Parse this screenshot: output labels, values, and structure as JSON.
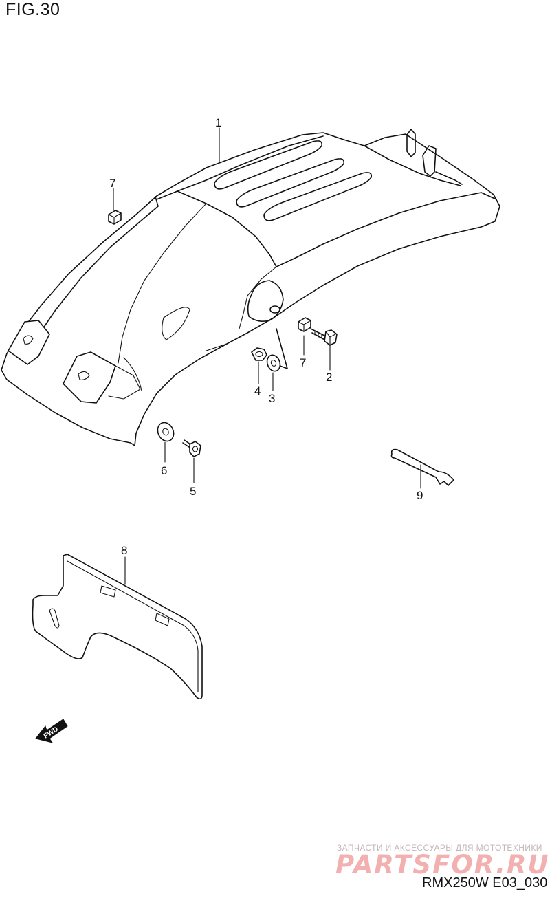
{
  "figure_title": "FIG.30",
  "callouts": {
    "c1": "1",
    "c2": "2",
    "c3": "3",
    "c4": "4",
    "c5": "5",
    "c6": "6",
    "c7a": "7",
    "c7b": "7",
    "c8": "8",
    "c9": "9"
  },
  "fwd_label": "FWD",
  "watermark": {
    "caption": "ЗАПЧАСТИ И АКСЕССУАРЫ ДЛЯ МОТОТЕХНИКИ",
    "brand": "PARTSFOR.RU"
  },
  "drawing_code": "RMX250W E03_030"
}
